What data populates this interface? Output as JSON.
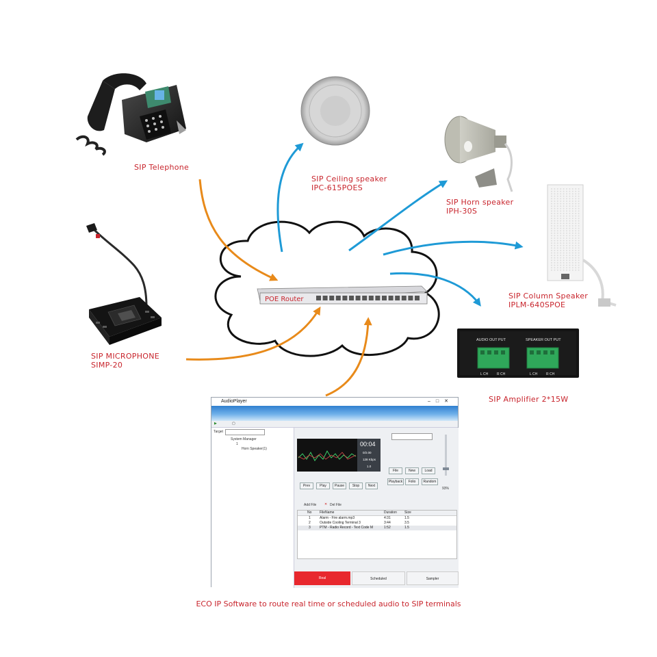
{
  "labels": {
    "telephone": "SIP Telephone",
    "ceiling": [
      "SIP Ceiling speaker",
      "IPC-615POES"
    ],
    "horn": [
      "SIP Horn speaker",
      "IPH-30S"
    ],
    "column": [
      "SIP Column Speaker",
      "IPLM-640SPOE"
    ],
    "microphone": [
      "SIP MICROPHONE",
      "SIMP-20"
    ],
    "amplifier": "SIP Amplifier 2*15W",
    "router": "POE Router",
    "caption": "ECO IP Software to route real time or scheduled audio to SIP terminals"
  },
  "amp_panel": {
    "audio_out": "AUDIO OUT PUT",
    "speaker_out": "SPEAKER OUT PUT",
    "lch": "L CH",
    "rch": "R CH",
    "lch2": "L CH",
    "rch2": "R CH"
  },
  "software": {
    "title": "AudioPlayer",
    "target_label": "Target",
    "tree": [
      "System Manager",
      "1",
      "Horn Speaker(1)"
    ],
    "time": "00:04",
    "info": [
      "0/2.00",
      "128 Kbps",
      "1.0"
    ],
    "buttons_row1": [
      "Prev",
      "Play",
      "Pause",
      "Stop",
      "Next"
    ],
    "buttons_row2": [
      "File",
      "New",
      "Load"
    ],
    "buttons_row3": [
      "Playback",
      "Folio",
      "Random"
    ],
    "volume": "93%",
    "add_file": "Add File",
    "del_file": "Del File",
    "columns": [
      "No",
      "FileName",
      "Duration",
      "Size"
    ],
    "rows": [
      [
        "1",
        "Alarm - Fire alarm.mp3",
        "4:31",
        "1.5"
      ],
      [
        "2",
        "Outside Cooling Terminal 3",
        "3:44",
        "3.5"
      ],
      [
        "3",
        "PTM - Radio Record - Text Code M",
        "1:52",
        "1.5"
      ]
    ],
    "tabs": [
      "Real",
      "Scheduled",
      "Sampler"
    ]
  },
  "colors": {
    "orange_arrow": "#e88a1a",
    "blue_arrow": "#1e9ad6",
    "label_red": "#c8242c"
  }
}
